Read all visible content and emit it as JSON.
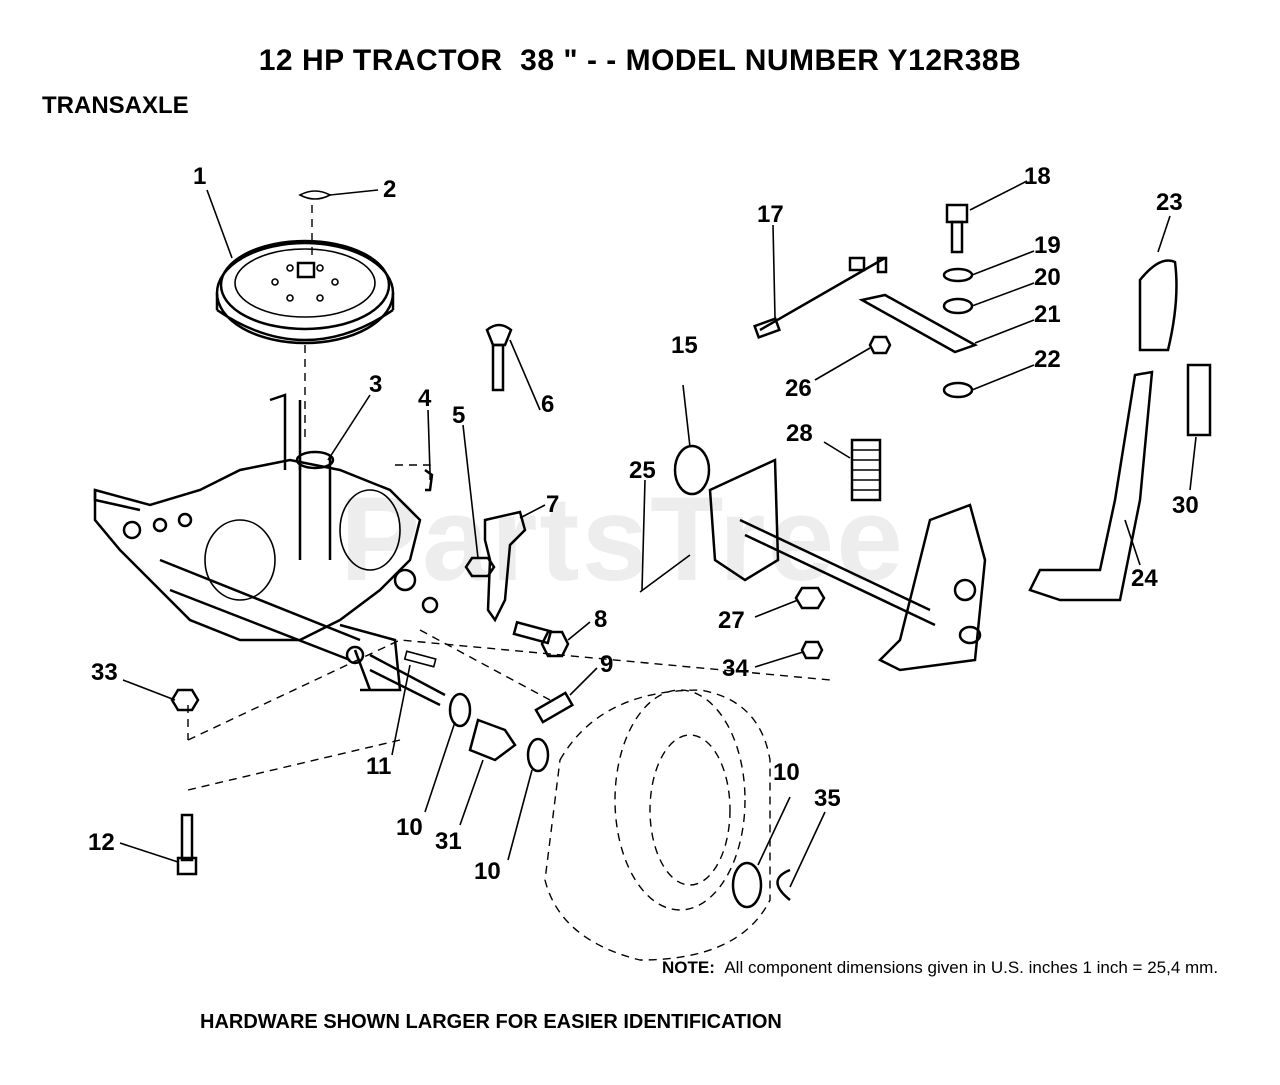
{
  "header": {
    "title": "12 HP TRACTOR  38 \" - - MODEL NUMBER Y12R38B",
    "section": "TRANSAXLE"
  },
  "watermark": "PartsTree",
  "callouts": [
    {
      "id": "c1",
      "label": "1"
    },
    {
      "id": "c2",
      "label": "2"
    },
    {
      "id": "c3",
      "label": "3"
    },
    {
      "id": "c4",
      "label": "4"
    },
    {
      "id": "c5",
      "label": "5"
    },
    {
      "id": "c6",
      "label": "6"
    },
    {
      "id": "c7",
      "label": "7"
    },
    {
      "id": "c8",
      "label": "8"
    },
    {
      "id": "c9",
      "label": "9"
    },
    {
      "id": "c10a",
      "label": "10"
    },
    {
      "id": "c10b",
      "label": "10"
    },
    {
      "id": "c10c",
      "label": "10"
    },
    {
      "id": "c11",
      "label": "11"
    },
    {
      "id": "c12",
      "label": "12"
    },
    {
      "id": "c15",
      "label": "15"
    },
    {
      "id": "c17",
      "label": "17"
    },
    {
      "id": "c18",
      "label": "18"
    },
    {
      "id": "c19",
      "label": "19"
    },
    {
      "id": "c20",
      "label": "20"
    },
    {
      "id": "c21",
      "label": "21"
    },
    {
      "id": "c22",
      "label": "22"
    },
    {
      "id": "c23",
      "label": "23"
    },
    {
      "id": "c24",
      "label": "24"
    },
    {
      "id": "c25",
      "label": "25"
    },
    {
      "id": "c26",
      "label": "26"
    },
    {
      "id": "c27",
      "label": "27"
    },
    {
      "id": "c28",
      "label": "28"
    },
    {
      "id": "c30",
      "label": "30"
    },
    {
      "id": "c31",
      "label": "31"
    },
    {
      "id": "c33",
      "label": "33"
    },
    {
      "id": "c34",
      "label": "34"
    },
    {
      "id": "c35",
      "label": "35"
    }
  ],
  "note": {
    "prefix": "NOTE:",
    "text": "All component dimensions given in U.S. inches 1 inch = 25,4 mm."
  },
  "footer": "HARDWARE SHOWN LARGER FOR EASIER IDENTIFICATION"
}
